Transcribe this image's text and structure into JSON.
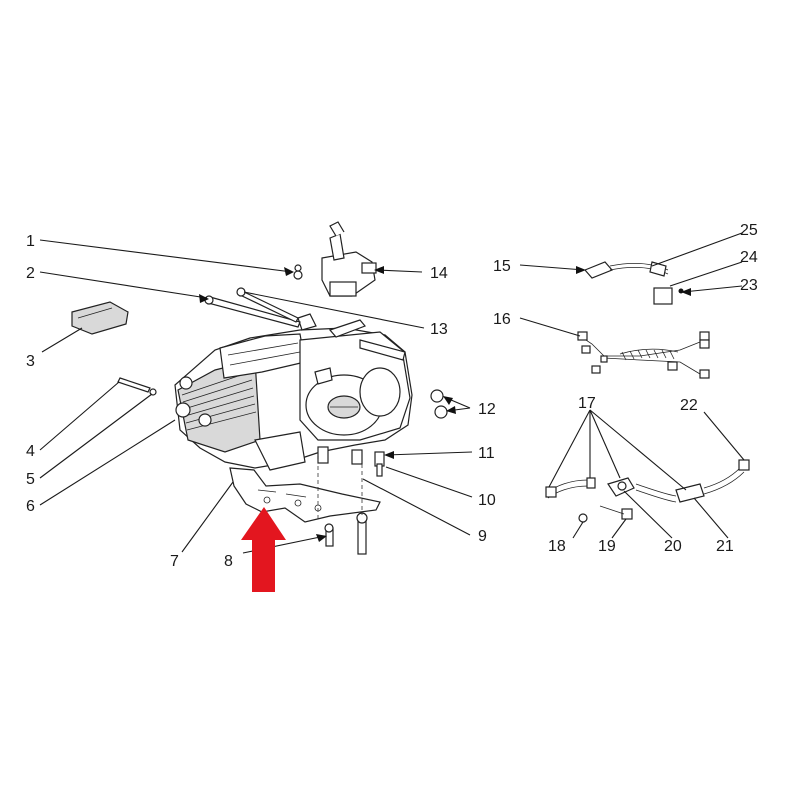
{
  "diagram": {
    "callouts": [
      {
        "id": "callout-1",
        "text": "1"
      },
      {
        "id": "callout-2",
        "text": "2"
      },
      {
        "id": "callout-3",
        "text": "3"
      },
      {
        "id": "callout-4",
        "text": "4"
      },
      {
        "id": "callout-5",
        "text": "5"
      },
      {
        "id": "callout-6",
        "text": "6"
      },
      {
        "id": "callout-7",
        "text": "7"
      },
      {
        "id": "callout-8",
        "text": "8"
      },
      {
        "id": "callout-9",
        "text": "9"
      },
      {
        "id": "callout-10",
        "text": "10"
      },
      {
        "id": "callout-11",
        "text": "11"
      },
      {
        "id": "callout-12",
        "text": "12"
      },
      {
        "id": "callout-13",
        "text": "13"
      },
      {
        "id": "callout-14",
        "text": "14"
      },
      {
        "id": "callout-15",
        "text": "15"
      },
      {
        "id": "callout-16",
        "text": "16"
      },
      {
        "id": "callout-17",
        "text": "17"
      },
      {
        "id": "callout-18",
        "text": "18"
      },
      {
        "id": "callout-19",
        "text": "19"
      },
      {
        "id": "callout-20",
        "text": "20"
      },
      {
        "id": "callout-21",
        "text": "21"
      },
      {
        "id": "callout-22",
        "text": "22"
      },
      {
        "id": "callout-23",
        "text": "23"
      },
      {
        "id": "callout-24",
        "text": "24"
      },
      {
        "id": "callout-25",
        "text": "25"
      }
    ],
    "highlight_arrow": {
      "color": "#e3161f",
      "points_to": "callout-7"
    }
  }
}
